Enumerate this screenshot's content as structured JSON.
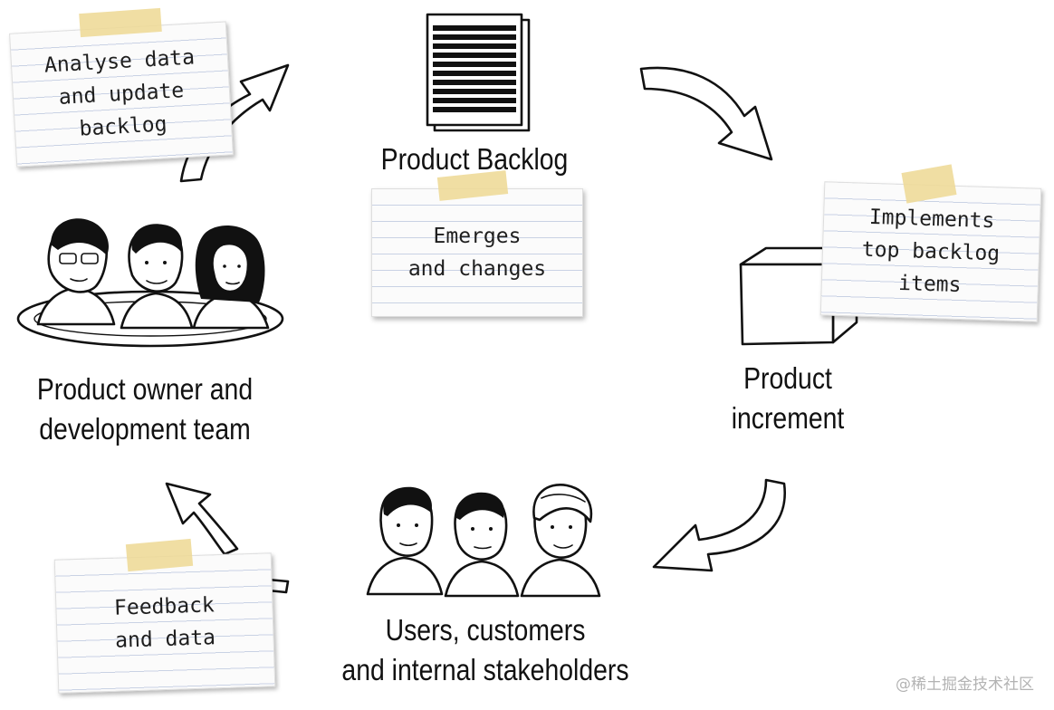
{
  "notes": {
    "analyse": {
      "lines": [
        "Analyse data",
        "and update",
        "backlog"
      ]
    },
    "emerges": {
      "lines": [
        "Emerges",
        "and changes"
      ]
    },
    "implements": {
      "lines": [
        "Implements",
        "top backlog",
        "items"
      ]
    },
    "feedback": {
      "lines": [
        "Feedback",
        "and data"
      ]
    }
  },
  "labels": {
    "product_backlog": "Product Backlog",
    "team": {
      "lines": [
        "Product owner and",
        "development team"
      ]
    },
    "increment": {
      "lines": [
        "Product",
        "increment"
      ]
    },
    "users": {
      "lines": [
        "Users, customers",
        "and internal stakeholders"
      ]
    }
  },
  "icons": {
    "backlog": "document-stack-icon",
    "team": "team-group-icon",
    "increment": "cube-icon",
    "users": "users-group-icon",
    "arrows": "curved-arrow-icon"
  },
  "colors": {
    "tape": "#eedc96",
    "card_lines": "#c9d2e4",
    "ink": "#111111",
    "watermark": "#b3b3b3"
  },
  "watermark": "@稀土掘金技术社区"
}
